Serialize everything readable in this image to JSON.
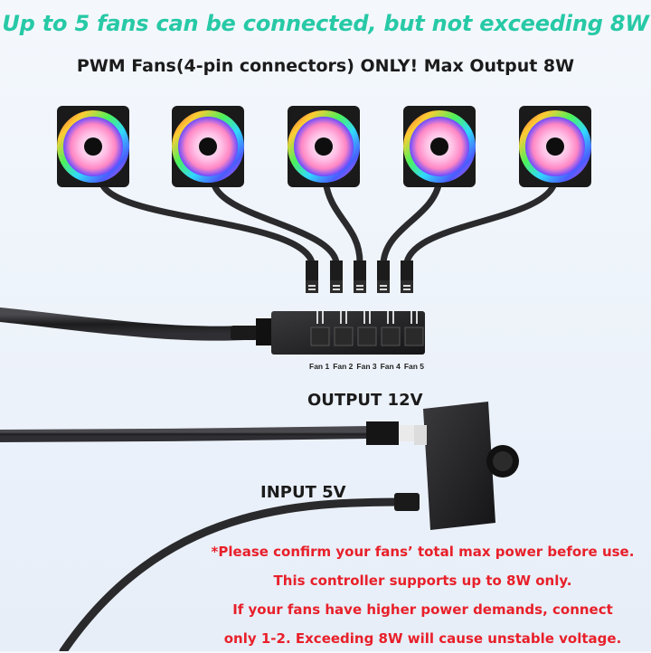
{
  "headline": "Up to 5 fans can be connected, but not exceeding 8W",
  "subheadline": "PWM Fans(4-pin connectors) ONLY! Max Output 8W",
  "fans": [
    {
      "label": "Fan 1"
    },
    {
      "label": "Fan 2"
    },
    {
      "label": "Fan 3"
    },
    {
      "label": "Fan 4"
    },
    {
      "label": "Fan 5"
    }
  ],
  "output_label": "OUTPUT 12V",
  "input_label": "INPUT 5V",
  "notes": [
    "*Please confirm your fans’ total max power before use.",
    "This controller supports up to 8W only.",
    "If your fans have higher power demands, connect",
    "only 1-2. Exceeding 8W will cause unstable voltage."
  ],
  "colors": {
    "headline": "#27c9a6",
    "warning": "#e8202a",
    "text": "#1b1b1b",
    "cable": "#2a2a2c"
  }
}
